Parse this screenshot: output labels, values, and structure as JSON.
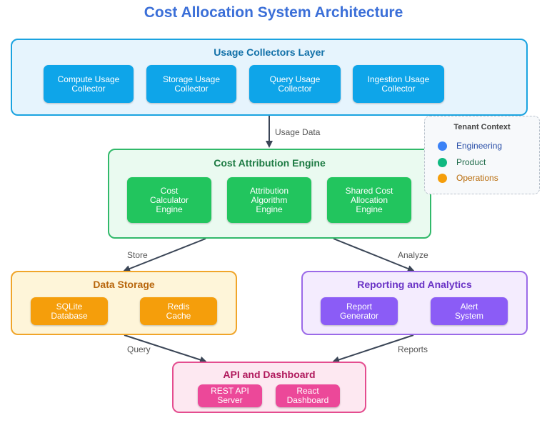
{
  "title": "Cost Allocation System Architecture",
  "colors": {
    "title": "#3b6fd8",
    "usage_layer_fill": "#e6f4fd",
    "usage_layer_border": "#1aa3e0",
    "usage_component": "#0ea5e9",
    "engine_layer_fill": "#eafaf0",
    "engine_layer_border": "#31b96a",
    "engine_component": "#22c55e",
    "storage_layer_fill": "#fef5d9",
    "storage_layer_border": "#f0a52a",
    "storage_component": "#f59e0b",
    "reporting_layer_fill": "#f4ecfe",
    "reporting_layer_border": "#9b6ae8",
    "reporting_component": "#8b5cf6",
    "api_layer_fill": "#fde8f1",
    "api_layer_border": "#e44d8f",
    "api_component": "#ec4899",
    "arrow": "#3a4556"
  },
  "usage_layer": {
    "title": "Usage Collectors Layer",
    "components": [
      [
        "Compute Usage",
        "Collector"
      ],
      [
        "Storage Usage",
        "Collector"
      ],
      [
        "Query Usage",
        "Collector"
      ],
      [
        "Ingestion Usage",
        "Collector"
      ]
    ]
  },
  "engine_layer": {
    "title": "Cost Attribution Engine",
    "components": [
      [
        "Cost",
        "Calculator",
        "Engine"
      ],
      [
        "Attribution",
        "Algorithm",
        "Engine"
      ],
      [
        "Shared Cost",
        "Allocation",
        "Engine"
      ]
    ]
  },
  "storage_layer": {
    "title": "Data Storage",
    "components": [
      [
        "SQLite",
        "Database"
      ],
      [
        "Redis",
        "Cache"
      ]
    ]
  },
  "reporting_layer": {
    "title": "Reporting and Analytics",
    "components": [
      [
        "Report",
        "Generator"
      ],
      [
        "Alert",
        "System"
      ]
    ]
  },
  "api_layer": {
    "title": "API and Dashboard",
    "components": [
      [
        "REST API",
        "Server"
      ],
      [
        "React",
        "Dashboard"
      ]
    ]
  },
  "edges": {
    "usage_data": "Usage Data",
    "store": "Store",
    "analyze": "Analyze",
    "query": "Query",
    "reports": "Reports"
  },
  "legend": {
    "title": "Tenant Context",
    "items": [
      {
        "label": "Engineering",
        "color": "#3b82f6",
        "text_color": "#2a4fa8"
      },
      {
        "label": "Product",
        "color": "#10b981",
        "text_color": "#1f6b4a"
      },
      {
        "label": "Operations",
        "color": "#f59e0b",
        "text_color": "#b86a08"
      }
    ]
  }
}
